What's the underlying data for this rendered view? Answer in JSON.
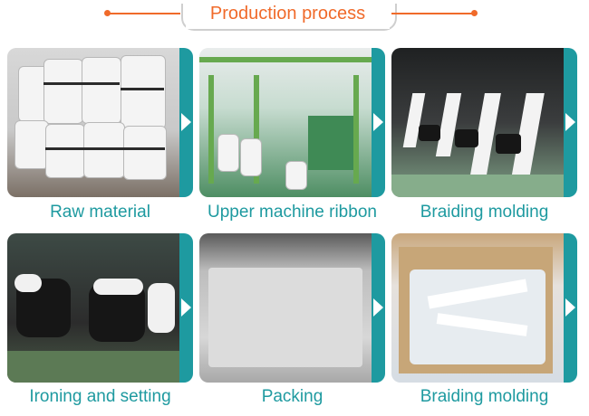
{
  "header": {
    "title": "Production process"
  },
  "colors": {
    "accent": "#f06a2a",
    "teal": "#1e9aa0"
  },
  "steps": [
    {
      "label": "Raw material",
      "arrow_icon": "chevron-right"
    },
    {
      "label": "Upper machine ribbon",
      "arrow_icon": "chevron-right"
    },
    {
      "label": "Braiding molding",
      "arrow_icon": "chevron-right"
    },
    {
      "label": "Ironing and setting",
      "arrow_icon": "chevron-right"
    },
    {
      "label": "Packing",
      "arrow_icon": "chevron-right"
    },
    {
      "label": "Braiding molding",
      "arrow_icon": "chevron-right"
    }
  ]
}
